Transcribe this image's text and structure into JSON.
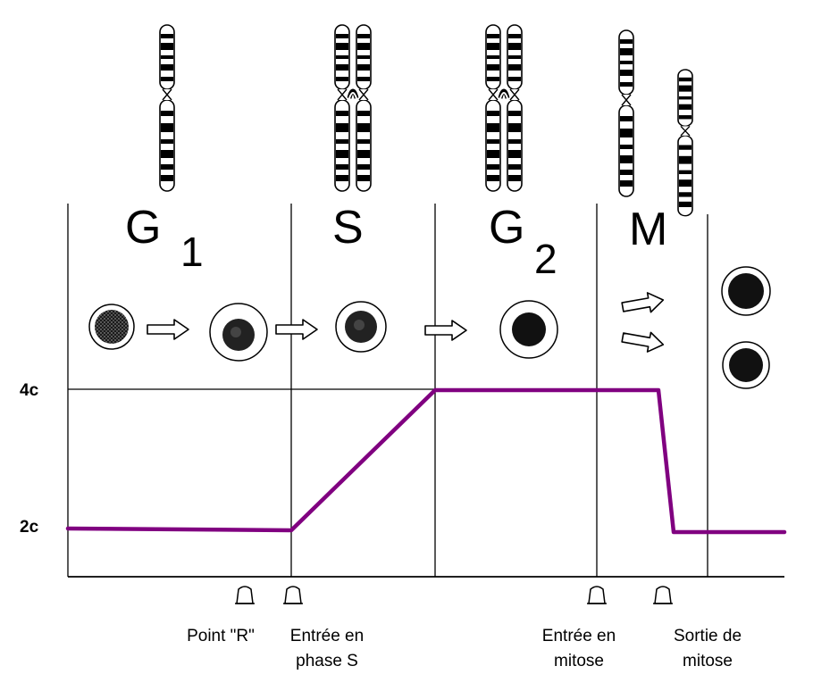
{
  "phases": {
    "g1": {
      "letter": "G",
      "sub": "1"
    },
    "s": {
      "letter": "S"
    },
    "g2": {
      "letter": "G",
      "sub": "2"
    },
    "m": {
      "letter": "M"
    }
  },
  "y_axis": {
    "level_4c": "4c",
    "level_2c": "2c"
  },
  "events": [
    {
      "lines": [
        "Point \"R\""
      ]
    },
    {
      "lines": [
        "Entrée en",
        "phase S"
      ]
    },
    {
      "lines": [
        "Entrée en",
        "mitose"
      ]
    },
    {
      "lines": [
        "Sortie de",
        "mitose"
      ]
    }
  ],
  "colors": {
    "dna_curve": "#800080",
    "ink": "#000000"
  },
  "icons": {
    "chromosome": "chromosome-icon",
    "cell": "cell-icon",
    "arrow": "hollow-arrow-icon",
    "marker": "event-marker-icon"
  }
}
